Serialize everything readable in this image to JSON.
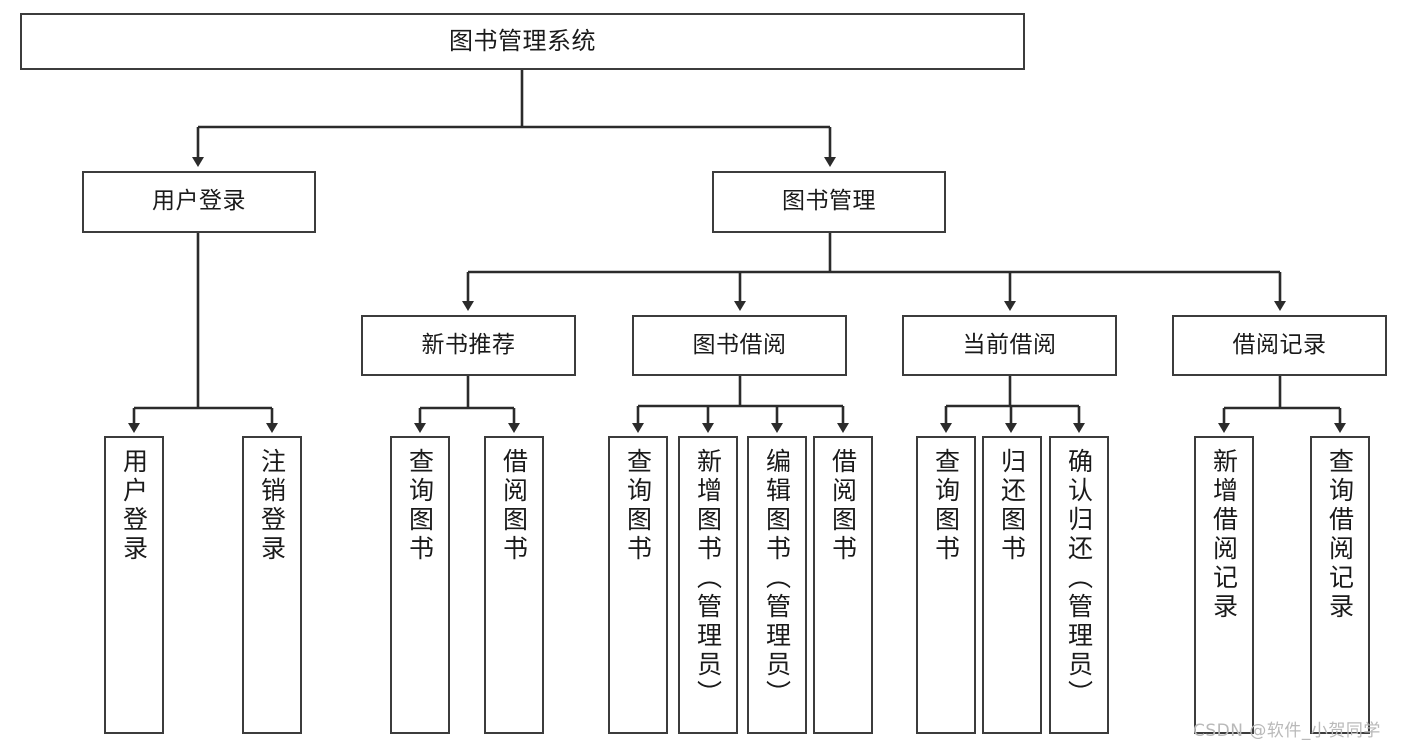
{
  "diagram": {
    "type": "tree",
    "title": "图书管理系统",
    "orientation": "top-down",
    "watermark": "CSDN @软件_小贺同学",
    "colors": {
      "box_border": "#3c3c3c",
      "box_fill": "#ffffff",
      "connector": "#2b2b2b",
      "text": "#1a1a1a",
      "watermark": "#b9b9b9"
    },
    "nodes": {
      "root": {
        "label": "图书管理系统"
      },
      "level2": [
        {
          "id": "user-login",
          "label": "用户登录"
        },
        {
          "id": "book-manage",
          "label": "图书管理"
        }
      ],
      "level3": [
        {
          "id": "new-book-rec",
          "label": "新书推荐"
        },
        {
          "id": "book-borrow",
          "label": "图书借阅"
        },
        {
          "id": "current-borrow",
          "label": "当前借阅"
        },
        {
          "id": "borrow-record",
          "label": "借阅记录"
        }
      ],
      "leaves": {
        "user-login": [
          {
            "id": "leaf-user-login",
            "label": "用户登录"
          },
          {
            "id": "leaf-logout",
            "label": "注销登录"
          }
        ],
        "new-book-rec": [
          {
            "id": "leaf-query-book-1",
            "label": "查询图书"
          },
          {
            "id": "leaf-borrow-book-1",
            "label": "借阅图书"
          }
        ],
        "book-borrow": [
          {
            "id": "leaf-query-book-2",
            "label": "查询图书"
          },
          {
            "id": "leaf-add-book",
            "label": "新增图书（管理员）"
          },
          {
            "id": "leaf-edit-book",
            "label": "编辑图书（管理员）"
          },
          {
            "id": "leaf-borrow-book-2",
            "label": "借阅图书"
          }
        ],
        "current-borrow": [
          {
            "id": "leaf-query-book-3",
            "label": "查询图书"
          },
          {
            "id": "leaf-return-book",
            "label": "归还图书"
          },
          {
            "id": "leaf-confirm-return",
            "label": "确认归还（管理员）"
          }
        ],
        "borrow-record": [
          {
            "id": "leaf-add-record",
            "label": "新增借阅记录"
          },
          {
            "id": "leaf-query-record",
            "label": "查询借阅记录"
          }
        ]
      }
    },
    "edges": [
      {
        "from": "root",
        "to": "user-login"
      },
      {
        "from": "root",
        "to": "book-manage"
      },
      {
        "from": "book-manage",
        "to": "new-book-rec"
      },
      {
        "from": "book-manage",
        "to": "book-borrow"
      },
      {
        "from": "book-manage",
        "to": "current-borrow"
      },
      {
        "from": "book-manage",
        "to": "borrow-record"
      },
      {
        "from": "user-login",
        "to": "leaf-user-login"
      },
      {
        "from": "user-login",
        "to": "leaf-logout"
      },
      {
        "from": "new-book-rec",
        "to": "leaf-query-book-1"
      },
      {
        "from": "new-book-rec",
        "to": "leaf-borrow-book-1"
      },
      {
        "from": "book-borrow",
        "to": "leaf-query-book-2"
      },
      {
        "from": "book-borrow",
        "to": "leaf-add-book"
      },
      {
        "from": "book-borrow",
        "to": "leaf-edit-book"
      },
      {
        "from": "book-borrow",
        "to": "leaf-borrow-book-2"
      },
      {
        "from": "current-borrow",
        "to": "leaf-query-book-3"
      },
      {
        "from": "current-borrow",
        "to": "leaf-return-book"
      },
      {
        "from": "current-borrow",
        "to": "leaf-confirm-return"
      },
      {
        "from": "borrow-record",
        "to": "leaf-add-record"
      },
      {
        "from": "borrow-record",
        "to": "leaf-query-record"
      }
    ]
  }
}
